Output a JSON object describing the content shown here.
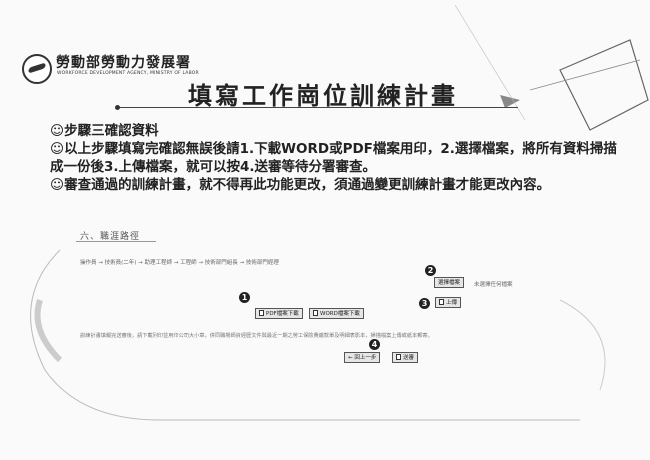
{
  "header": {
    "org_name_cn": "勞動部勞動力發展署",
    "org_name_en": "WORKFORCE DEVELOPMENT AGENCY, MINISTRY OF LABOR",
    "title": "填寫工作崗位訓練計畫"
  },
  "instructions": [
    "☺步驟三確認資料",
    "☺以上步驟填寫完確認無誤後請1.下載WORD或PDF檔案用印，2.選擇檔案，將所有資料掃描成一份後3.上傳檔案，就可以按4.送審等待分署審查。",
    "☺審查通過的訓練計畫，就不得再此功能更改，須通過變更訓練計畫才能更改內容。"
  ],
  "form": {
    "section_title": "六、職涯路徑",
    "career_path": "操作員 → 技術員(二年) → 助理工程師 → 工程師 → 技術部門組長 → 技術部門經理",
    "step_numbers": [
      "1",
      "2",
      "3",
      "4"
    ],
    "pdf_button": "PDF檔案下載",
    "word_button": "WORD檔案下載",
    "choose_file_button": "選擇檔案",
    "no_file_text": "未選擇任何檔案",
    "upload_button": "上傳",
    "note": "訓練計畫填報完送審後，請下載列印並用印公司大小章，併同職場師資經歷文件與最近一期之勞工保險費繳款單及明細表影本，掃描檔案上傳或紙本郵寄。",
    "back_button": "回上一步",
    "submit_button": "送審"
  }
}
